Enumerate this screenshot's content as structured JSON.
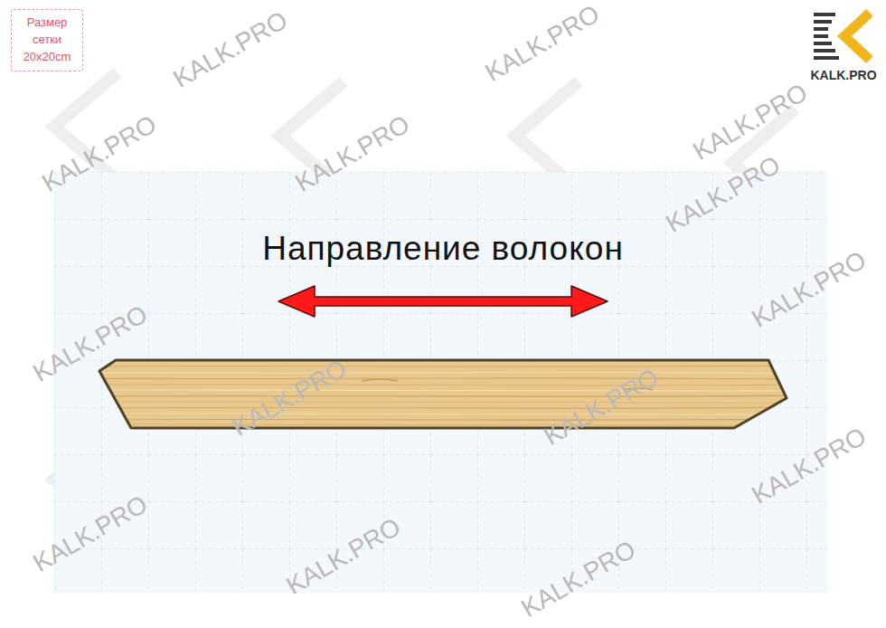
{
  "diagram": {
    "nodes": [
      {
        "text": [
          "Размер сетки 20x20cm"
        ]
      }
    ],
    "labels": [
      "Направление волокон",
      "KALK.PRO",
      "KALK.PRO",
      "KALK.PRO",
      "KALK.PRO",
      "KALK.PRO",
      "KALK.PRO",
      "KALK.PRO",
      "KALK.PRO",
      "KALK.PRO",
      "KALK.PRO",
      "KALK.PRO",
      "KALK.PRO",
      "KALK.PRO",
      "KALK.PRO",
      "KALK.PRO"
    ]
  }
}
